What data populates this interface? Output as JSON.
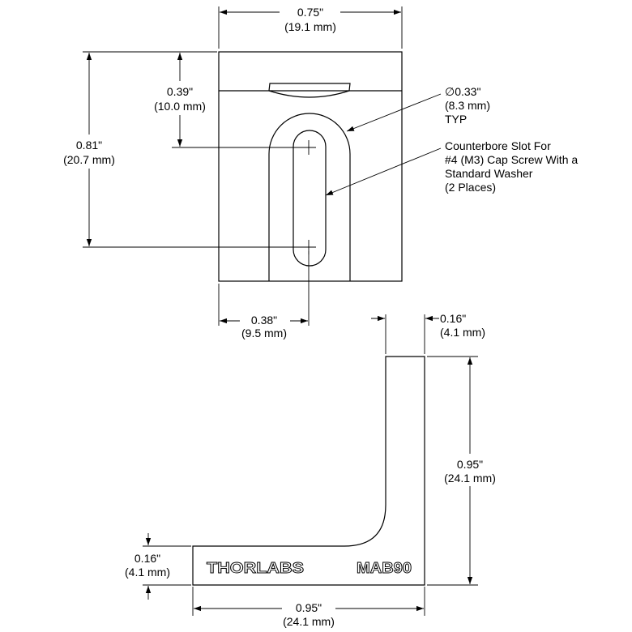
{
  "top_view": {
    "width_dim": {
      "in": "0.75\"",
      "mm": "(19.1 mm)"
    },
    "slot_start_dim": {
      "in": "0.39\"",
      "mm": "(10.0 mm)"
    },
    "height_dim": {
      "in": "0.81\"",
      "mm": "(20.7 mm)"
    },
    "slot_offset_dim": {
      "in": "0.38\"",
      "mm": "(9.5 mm)"
    },
    "diameter_callout": {
      "line1": "∅0.33\"",
      "line2": "(8.3 mm)",
      "line3": "TYP"
    },
    "slot_callout": {
      "line1": "Counterbore Slot For",
      "line2": "#4 (M3) Cap Screw With a",
      "line3": "Standard Washer",
      "line4": "(2 Places)"
    }
  },
  "side_view": {
    "thickness_top_dim": {
      "in": "0.16\"",
      "mm": "(4.1 mm)"
    },
    "height_dim": {
      "in": "0.95\"",
      "mm": "(24.1 mm)"
    },
    "thickness_left_dim": {
      "in": "0.16\"",
      "mm": "(4.1 mm)"
    },
    "base_dim": {
      "in": "0.95\"",
      "mm": "(24.1 mm)"
    },
    "brand": "THORLABS",
    "model": "MAB90"
  }
}
